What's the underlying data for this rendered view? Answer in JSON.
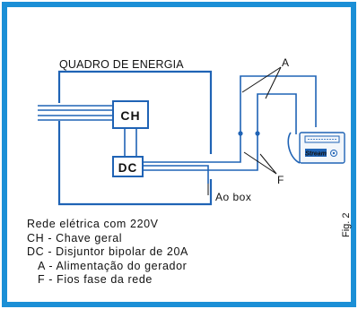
{
  "diagram": {
    "panel_title": "QUADRO DE ENERGIA",
    "box_ch": "CH",
    "box_dc": "DC",
    "label_a": "A",
    "label_f": "F",
    "ao_box": "Ao box",
    "device_label": "Stream",
    "figure_label": "Fig. 2",
    "border_color": "#1b8fd6",
    "line_color": "#1f63b5"
  },
  "legend": [
    {
      "text": "Rede elétrica com 220V",
      "indent": false
    },
    {
      "text": "CH - Chave geral",
      "indent": false
    },
    {
      "text": "DC - Disjuntor bipolar de 20A",
      "indent": false
    },
    {
      "text": "A - Alimentação do gerador",
      "indent": true
    },
    {
      "text": "F - Fios fase da rede",
      "indent": true
    }
  ]
}
